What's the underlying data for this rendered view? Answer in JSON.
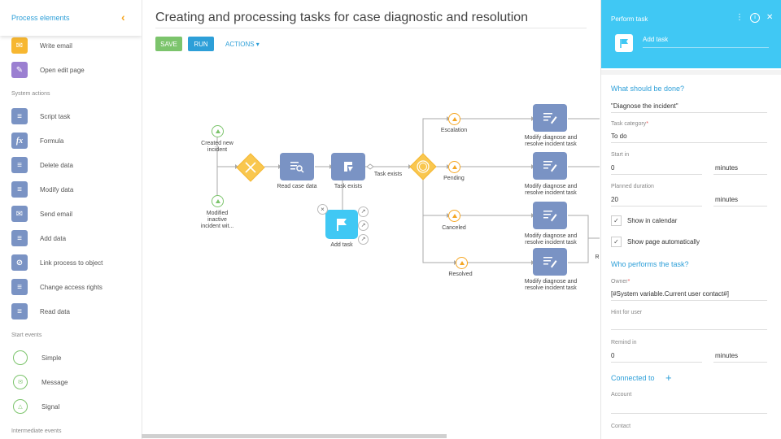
{
  "left_panel": {
    "title": "Process elements",
    "collapse_icon": "chevron-left-icon",
    "items_top": [
      {
        "label": "Write email",
        "icon": "email-icon",
        "color": "#f7b731"
      },
      {
        "label": "Open edit page",
        "icon": "edit-page-icon",
        "color": "#9b7fd1"
      }
    ],
    "section_system": "System actions",
    "system_actions": [
      {
        "label": "Script task",
        "icon": "script-icon"
      },
      {
        "label": "Formula",
        "icon": "formula-icon"
      },
      {
        "label": "Delete data",
        "icon": "delete-data-icon"
      },
      {
        "label": "Modify data",
        "icon": "modify-data-icon"
      },
      {
        "label": "Send email",
        "icon": "send-email-icon"
      },
      {
        "label": "Add data",
        "icon": "add-data-icon"
      },
      {
        "label": "Link process to object",
        "icon": "link-icon"
      },
      {
        "label": "Change access rights",
        "icon": "access-rights-icon"
      },
      {
        "label": "Read data",
        "icon": "read-data-icon"
      }
    ],
    "section_start": "Start events",
    "start_events": [
      {
        "label": "Simple",
        "icon": "simple-event-icon"
      },
      {
        "label": "Message",
        "icon": "message-event-icon"
      },
      {
        "label": "Signal",
        "icon": "signal-event-icon"
      }
    ],
    "section_intermediate": "Intermediate events"
  },
  "canvas": {
    "title": "Creating and processing tasks for case diagnostic and resolution",
    "save_label": "SAVE",
    "run_label": "RUN",
    "actions_label": "ACTIONS ▾",
    "nodes": {
      "created_new_incident": "Created new\nincident",
      "modified_inactive": "Modified\ninactive\nincident wit...",
      "read_case_data": "Read case data",
      "task_exists_node": "Task exists",
      "task_exists_flow": "Task exists",
      "add_task": "Add task",
      "escalation": "Escalation",
      "pending": "Pending",
      "canceled": "Canceled",
      "resolved": "Resolved",
      "modify1": "Modify diagnose and\nresolve incident task",
      "modify2": "Modify diagnose and\nresolve incident task",
      "modify3": "Modify diagnose and\nresolve incident task",
      "modify4": "Modify diagnose and\nresolve incident task",
      "cut_label": "R"
    }
  },
  "right_panel": {
    "header_title": "Perform task",
    "header_icons": [
      "more-icon",
      "info-icon",
      "close-icon"
    ],
    "element_name": "Add task",
    "section_what": "What should be done?",
    "what_value": "\"Diagnose the incident\"",
    "task_category_label": "Task category",
    "task_category_value": "To do",
    "start_in_label": "Start in",
    "start_in_value": "0",
    "start_in_unit": "minutes",
    "planned_duration_label": "Planned duration",
    "planned_duration_value": "20",
    "planned_duration_unit": "minutes",
    "show_in_calendar": "Show in calendar",
    "show_page_auto": "Show page automatically",
    "section_who": "Who performs the task?",
    "owner_label": "Owner",
    "owner_value": "[#System variable.Current user contact#]",
    "hint_label": "Hint for user",
    "remind_label": "Remind in",
    "remind_value": "0",
    "remind_unit": "minutes",
    "connected_to": "Connected to",
    "account_label": "Account",
    "contact_label": "Contact",
    "required_mark": "*",
    "check_mark": "✓"
  },
  "colors": {
    "accent": "#2d9fd8",
    "header": "#40c8f4",
    "save": "#7cc46c",
    "node": "#7a93c4",
    "gateway": "#f9c74f",
    "add_task_node": "#40c8f4"
  }
}
